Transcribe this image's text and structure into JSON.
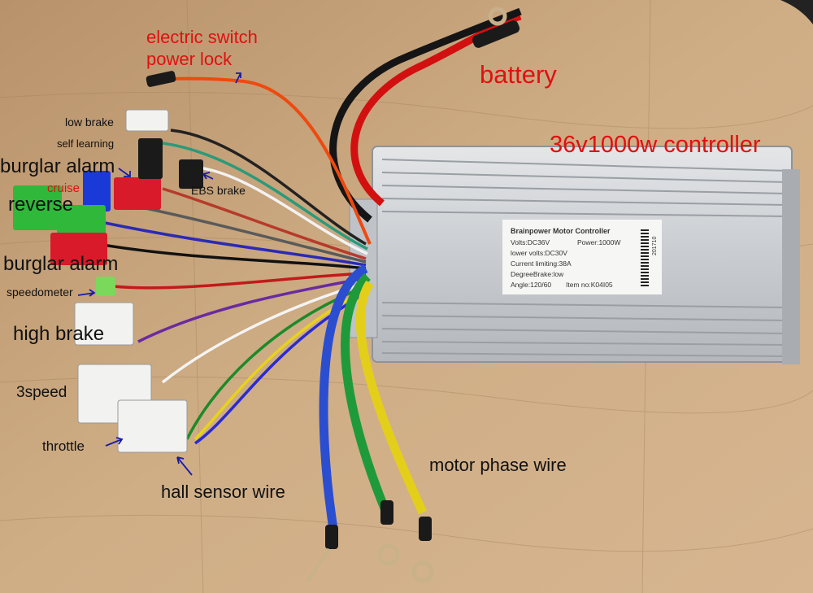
{
  "labels": {
    "electric_switch": "electric switch",
    "power_lock": "power lock",
    "battery": "battery",
    "controller": "36v1000w controller",
    "low_brake": "low brake",
    "self_learning": "self learning",
    "burglar_alarm_top": "burglar alarm",
    "cruise": "cruise",
    "ebs_brake": "EBS brake",
    "reverse": "reverse",
    "burglar_alarm_mid": "burglar alarm",
    "speedometer": "speedometer",
    "high_brake": "high brake",
    "three_speed": "3speed",
    "throttle": "throttle",
    "hall_sensor_wire": "hall sensor wire",
    "motor_phase_wire": "motor phase wire"
  },
  "sticker": {
    "title": "Brainpower Motor Controller",
    "volts": "Volts:DC36V",
    "power": "Power:1000W",
    "lower_volts": "lower volts:DC30V",
    "current": "Current limiting:38A",
    "degree_brake": "DegreeBrake:low",
    "angle": "Angle:120/60",
    "item": "Item no:K04I05",
    "date_code": "201710"
  },
  "colors": {
    "label_red": "#e01010",
    "label_black": "#111111",
    "arrow_blue": "#1a1aa8",
    "table_wood": "#c9a57c"
  }
}
